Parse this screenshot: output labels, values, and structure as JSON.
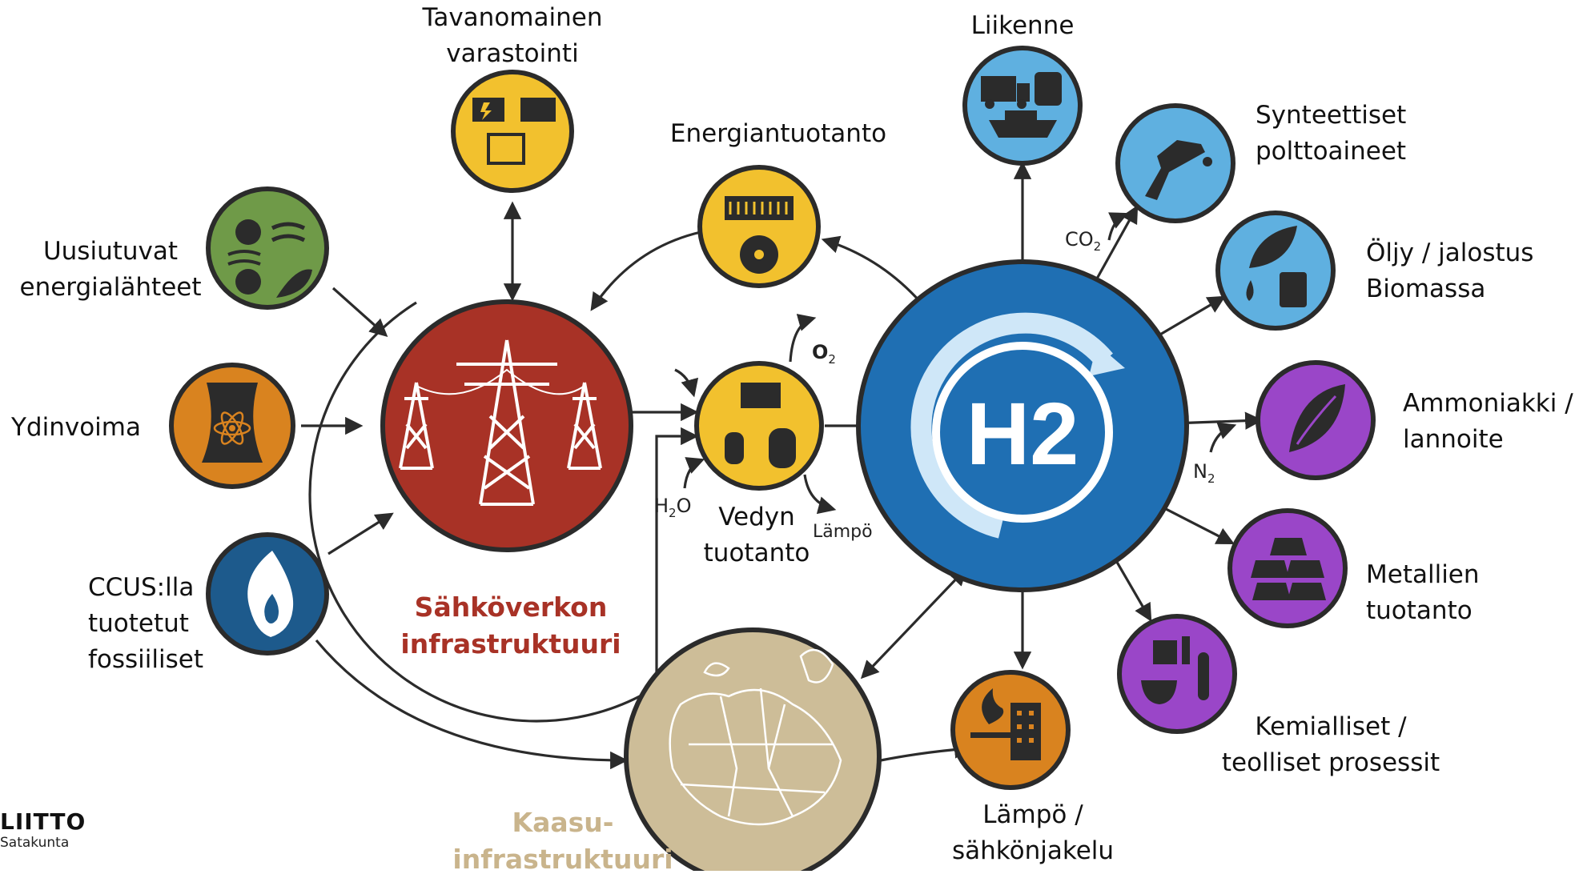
{
  "colors": {
    "grid_red": "#a83226",
    "hydrogen_blue": "#1f6fb3",
    "yellow": "#f2c12e",
    "green": "#6f9a48",
    "orange": "#d9831f",
    "navy": "#1d5a8c",
    "light_blue": "#5fb0e0",
    "purple": "#9a46c8",
    "map_tan": "#cdbd98",
    "grid_title": "#a83226",
    "gas_title": "#c9b48c"
  },
  "nodes": {
    "storage": {
      "label_lines": [
        "Tavanomainen",
        "varastointi"
      ],
      "icon": "battery-storage-icon"
    },
    "renewables": {
      "label_lines": [
        "Uusiutuvat",
        "energialähteet"
      ],
      "icon": "renewables-icon"
    },
    "nuclear": {
      "label_lines": [
        "Ydinvoima"
      ],
      "icon": "nuclear-icon"
    },
    "ccus": {
      "label_lines": [
        "CCUS:lla",
        "tuotetut",
        "fossiiliset"
      ],
      "icon": "gas-flame-icon"
    },
    "power_gen": {
      "label_lines": [
        "Energiantuotanto"
      ],
      "icon": "fuel-cell-turbine-icon"
    },
    "h2_production": {
      "label_lines": [
        "Vedyn",
        "tuotanto"
      ],
      "icon": "electrolyser-icon"
    },
    "transport": {
      "label_lines": [
        "Liikenne"
      ],
      "icon": "transport-icon"
    },
    "synthetic_fuels": {
      "label_lines": [
        "Synteettiset",
        "polttoaineet"
      ],
      "icon": "fuel-pump-icon"
    },
    "oil_biomass": {
      "label_lines": [
        "Öljy / jalostus",
        "Biomassa"
      ],
      "icon": "leaf-barrel-icon"
    },
    "ammonia": {
      "label_lines": [
        "Ammoniakki /",
        "lannoite"
      ],
      "icon": "leaf-icon"
    },
    "metals": {
      "label_lines": [
        "Metallien",
        "tuotanto"
      ],
      "icon": "ingots-icon"
    },
    "chemicals": {
      "label_lines": [
        "Kemialliset /",
        "teolliset prosessit"
      ],
      "icon": "chemistry-icon"
    },
    "heat": {
      "label_lines": [
        "Lämpö /",
        "sähkönjakelu"
      ],
      "icon": "heat-building-icon"
    }
  },
  "grid_title_lines": [
    "Sähköverkon",
    "infrastruktuuri"
  ],
  "gas_title_lines": [
    "Kaasu-",
    "infrastruktuuri"
  ],
  "hub_label": "H2",
  "chem": {
    "o2": "O",
    "o2_sub": "2",
    "h2o_a": "H",
    "h2o_sub": "2",
    "h2o_b": "O",
    "co2": "CO",
    "co2_sub": "2",
    "n2": "N",
    "n2_sub": "2"
  },
  "heat_byproduct": "Lämpö",
  "logo": {
    "name": "LIITTO",
    "region": "Satakunta"
  }
}
